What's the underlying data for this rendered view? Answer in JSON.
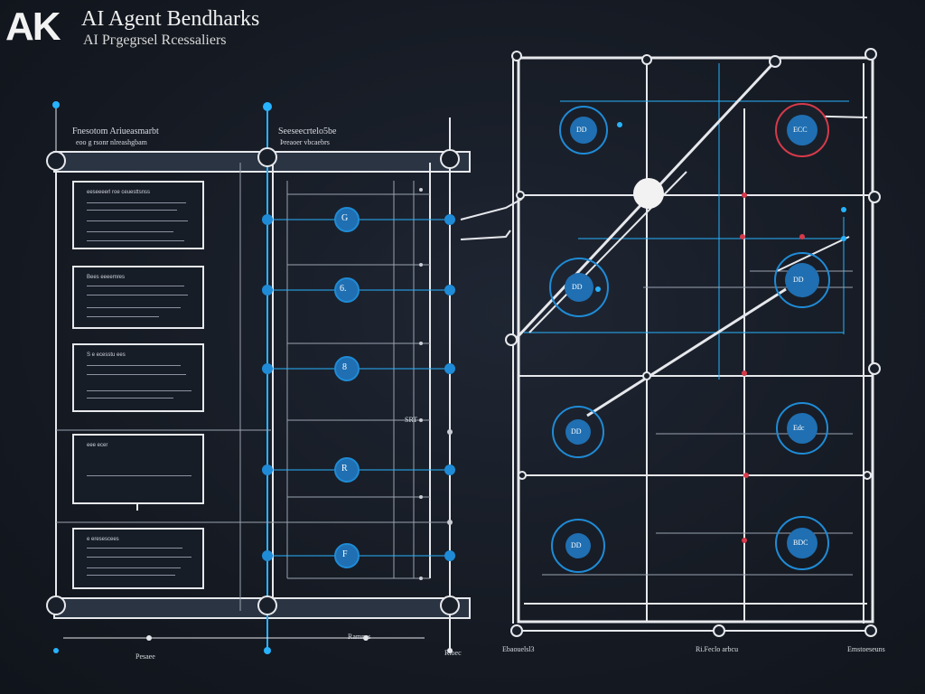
{
  "header": {
    "logo_text": "AK",
    "title": "AI Agent Bendharks",
    "subtitle": "AI Ргgegrsel Rcessaliers"
  },
  "left_diagram": {
    "heading_left": "Fnesotom Ariueasmarbt",
    "subheading_left": "eoo g rsonr nlreashgbam",
    "heading_right": "Seeseecrtelo5be",
    "subheading_right": "Þreaoer vbcaebrs",
    "panels": [
      {
        "header": "eeseeeerl roe ceuesttsnss"
      },
      {
        "header": "Bees eeeemres"
      },
      {
        "header": "S e ecesstu ees"
      },
      {
        "header": "eee ecer"
      },
      {
        "header": "e eresescees"
      }
    ],
    "node_labels": [
      "G",
      "6.",
      "8",
      "R",
      "F"
    ],
    "side_label": "SRT",
    "footer_left": "Pesaee",
    "footer_center": "Ramnss",
    "footer_right": "Rloec"
  },
  "right_diagram": {
    "node_labels": [
      "DD",
      "DD",
      "DD",
      "ECC",
      "DD",
      "DD",
      "Edc",
      "BDC"
    ],
    "footer_left": "Ebaouelsl3",
    "footer_center": "Ri.Feclo arbcu",
    "footer_right": "Emstoeseuns"
  },
  "colors": {
    "background": "#161b24",
    "line": "#e6e8ec",
    "accent_blue": "#1f8bd6",
    "accent_cyan": "#27b3ff",
    "accent_red": "#d63a4a"
  }
}
